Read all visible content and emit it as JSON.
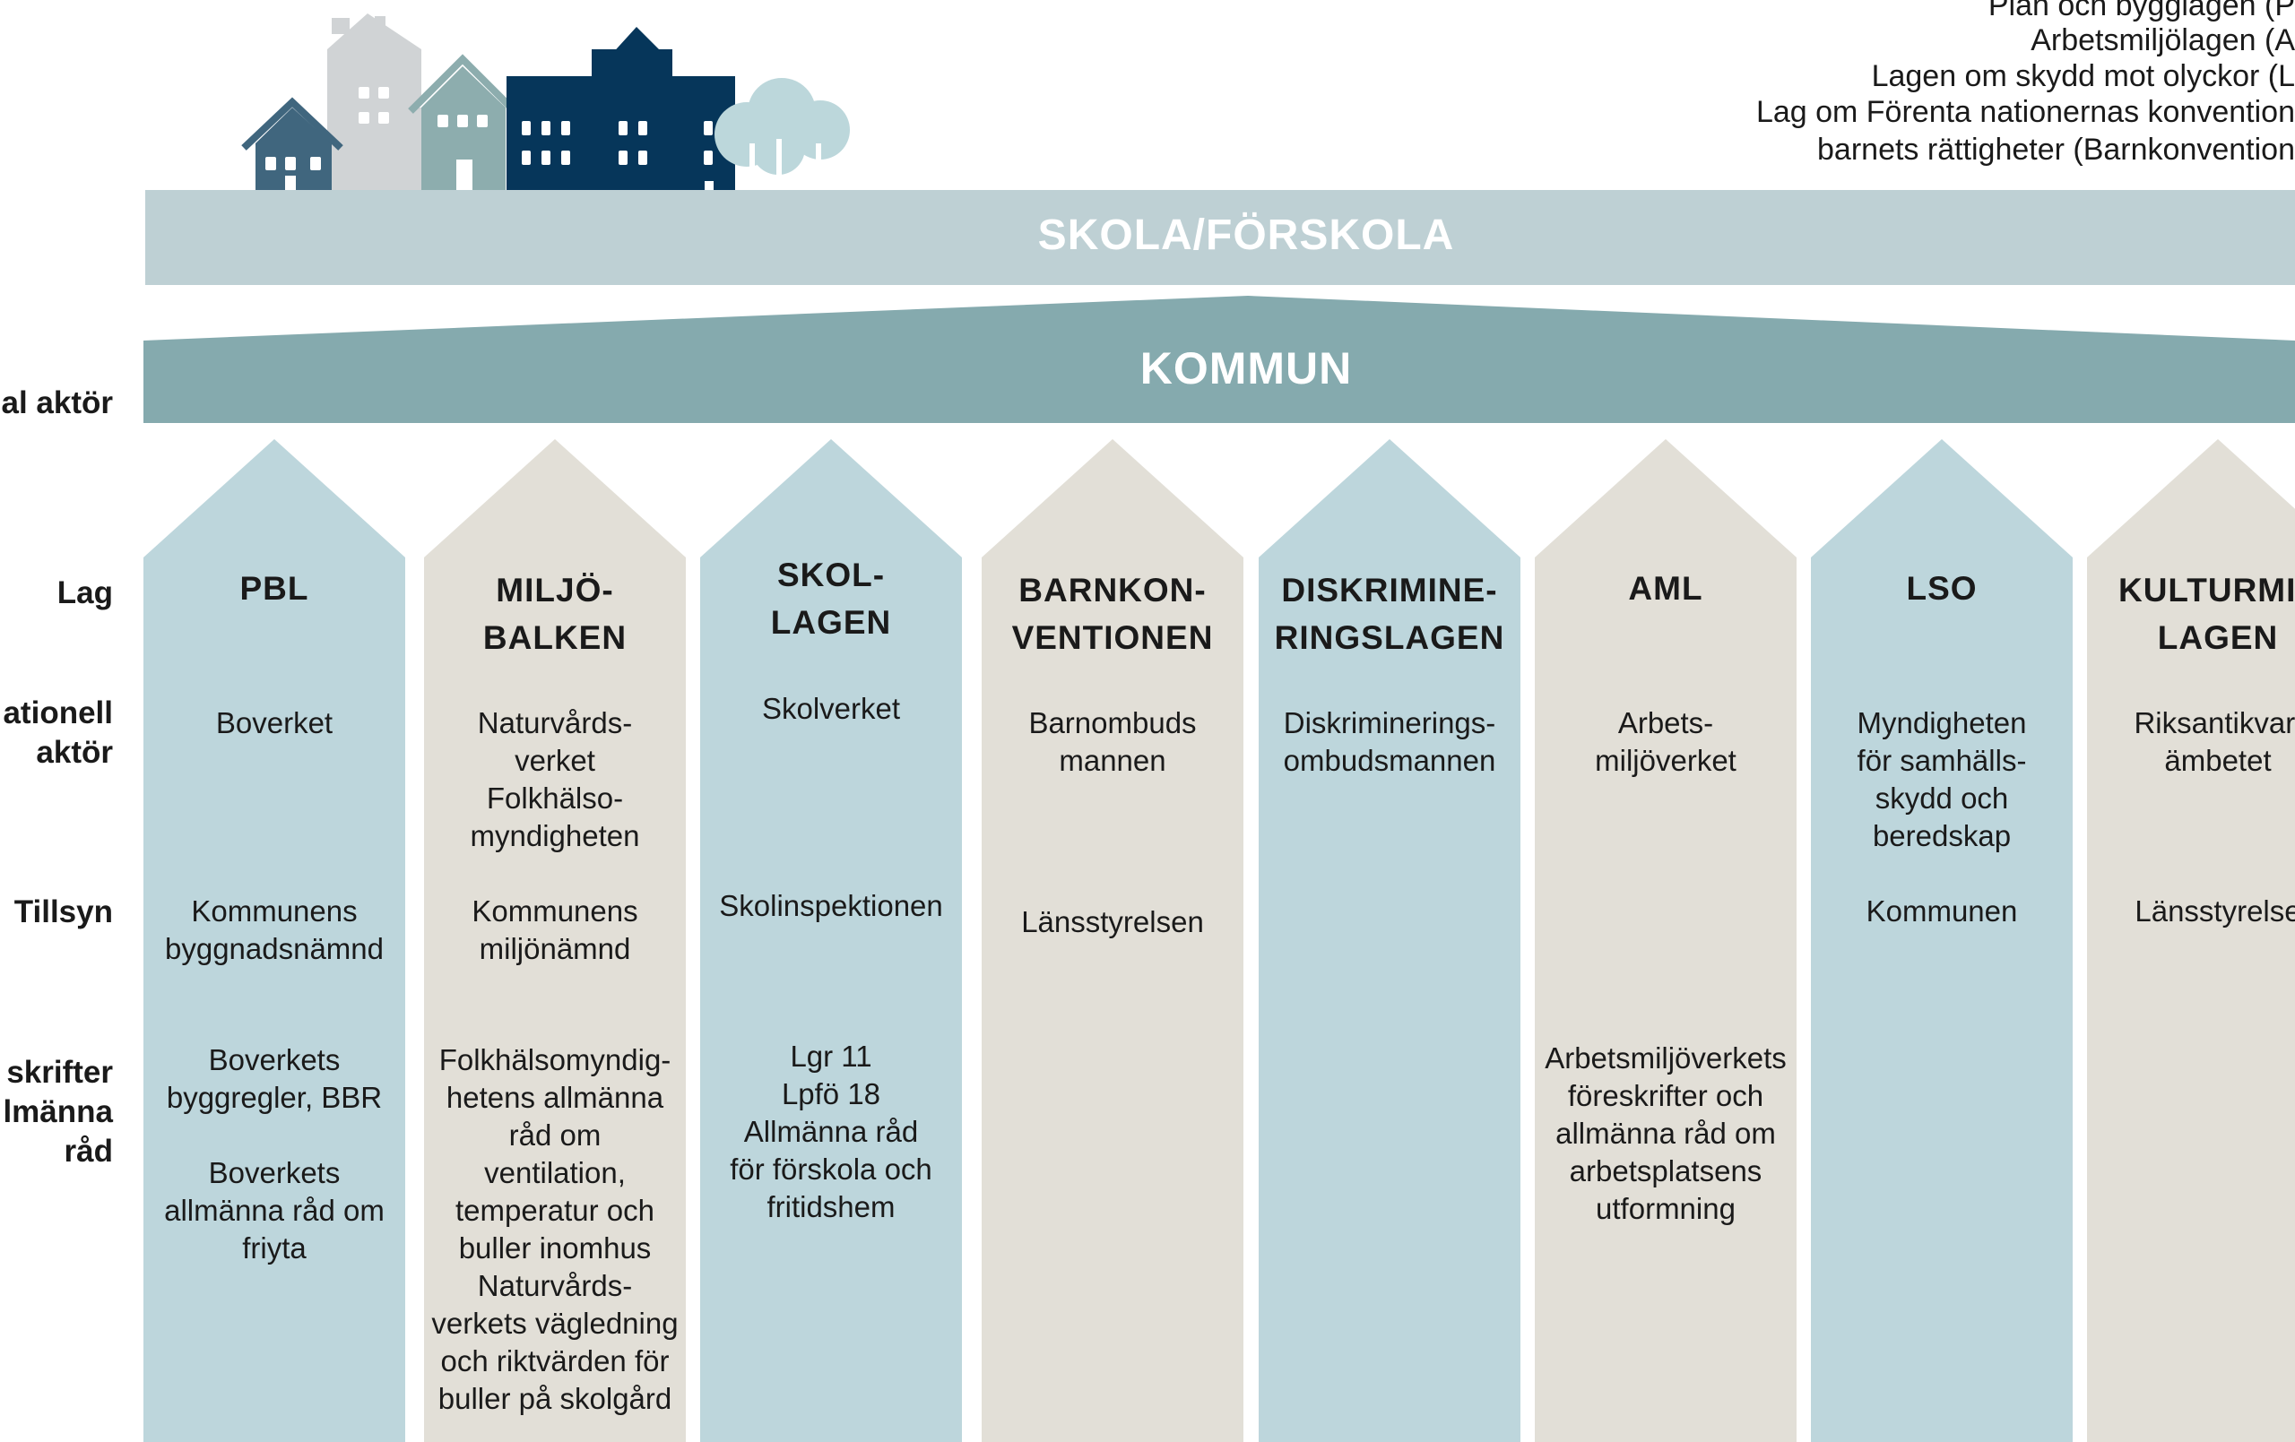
{
  "legend": {
    "lines": [
      "Plan och bygglagen (P",
      "Arbetsmiljölagen (A",
      "Lagen om skydd mot olyckor (L",
      "Lag om Förenta nationernas konvention",
      "barnets rättigheter (Barnkonvention"
    ]
  },
  "banners": {
    "school": "SKOLA/FÖRSKOLA",
    "municipality": "KOMMUN"
  },
  "row_labels": {
    "local_actor": "al aktör",
    "law": "Lag",
    "national_actor": [
      "ationell",
      "aktör"
    ],
    "supervision": "Tillsyn",
    "regulations": [
      "skrifter",
      "lmänna",
      "råd"
    ]
  },
  "colors": {
    "pillar_blue": "#bdd6dc",
    "pillar_beige": "#e2dfd7",
    "school_banner": "#bed0d4",
    "municipality_banner": "#85aaae",
    "house_dark": "#06365a",
    "house_mid": "#40667e",
    "house_grey": "#d0d3d5",
    "house_teal": "#8dadae",
    "tree": "#bcd7db"
  },
  "pillars": [
    {
      "color": "blue",
      "law": [
        "PBL"
      ],
      "national": [
        "Boverket"
      ],
      "supervision": [
        "Kommunens",
        "byggnadsnämnd"
      ],
      "regulations": [
        "Boverkets",
        "byggregler, BBR",
        "",
        "Boverkets",
        "allmänna råd om",
        "friyta"
      ]
    },
    {
      "color": "beige",
      "law": [
        "MILJÖ-",
        "BALKEN"
      ],
      "national": [
        "Naturvårds-",
        "verket",
        "Folkhälso-",
        "myndigheten"
      ],
      "supervision": [
        "Kommunens",
        "miljönämnd"
      ],
      "regulations": [
        "Folkhälsomyndig-",
        "hetens allmänna",
        "råd om",
        "ventilation,",
        "temperatur och",
        "buller inomhus",
        "Naturvårds-",
        "verkets vägledning",
        "och riktvärden för",
        "buller på skolgård"
      ]
    },
    {
      "color": "blue",
      "law": [
        "SKOL-",
        "LAGEN"
      ],
      "national": [
        "Skolverket"
      ],
      "supervision": [
        "Skolinspektionen"
      ],
      "regulations": [
        "Lgr 11",
        "Lpfö 18",
        "Allmänna råd",
        "för förskola och",
        "fritidshem"
      ]
    },
    {
      "color": "beige",
      "law": [
        "BARNKON-",
        "VENTIONEN"
      ],
      "national": [
        "Barnombuds",
        "mannen"
      ],
      "supervision": [
        "Länsstyrelsen"
      ],
      "regulations": []
    },
    {
      "color": "blue",
      "law": [
        "DISKRIMINE-",
        "RINGSLAGEN"
      ],
      "national": [
        "Diskriminerings-",
        "ombudsmannen"
      ],
      "supervision": [],
      "regulations": []
    },
    {
      "color": "beige",
      "law": [
        "AML"
      ],
      "national": [
        "Arbets-",
        "miljöverket"
      ],
      "supervision": [],
      "regulations": [
        "Arbetsmiljöverkets",
        "föreskrifter och",
        "allmänna råd om",
        "arbetsplatsens",
        "utformning"
      ]
    },
    {
      "color": "blue",
      "law": [
        "LSO"
      ],
      "national": [
        "Myndigheten",
        "för samhälls-",
        "skydd och",
        "beredskap"
      ],
      "supervision": [
        "Kommunen"
      ],
      "regulations": []
    },
    {
      "color": "beige",
      "law": [
        "KULTURMIL",
        "LAGEN"
      ],
      "national": [
        "Riksantikvari",
        "ämbetet"
      ],
      "supervision": [
        "Länsstyrelse"
      ],
      "regulations": []
    }
  ]
}
